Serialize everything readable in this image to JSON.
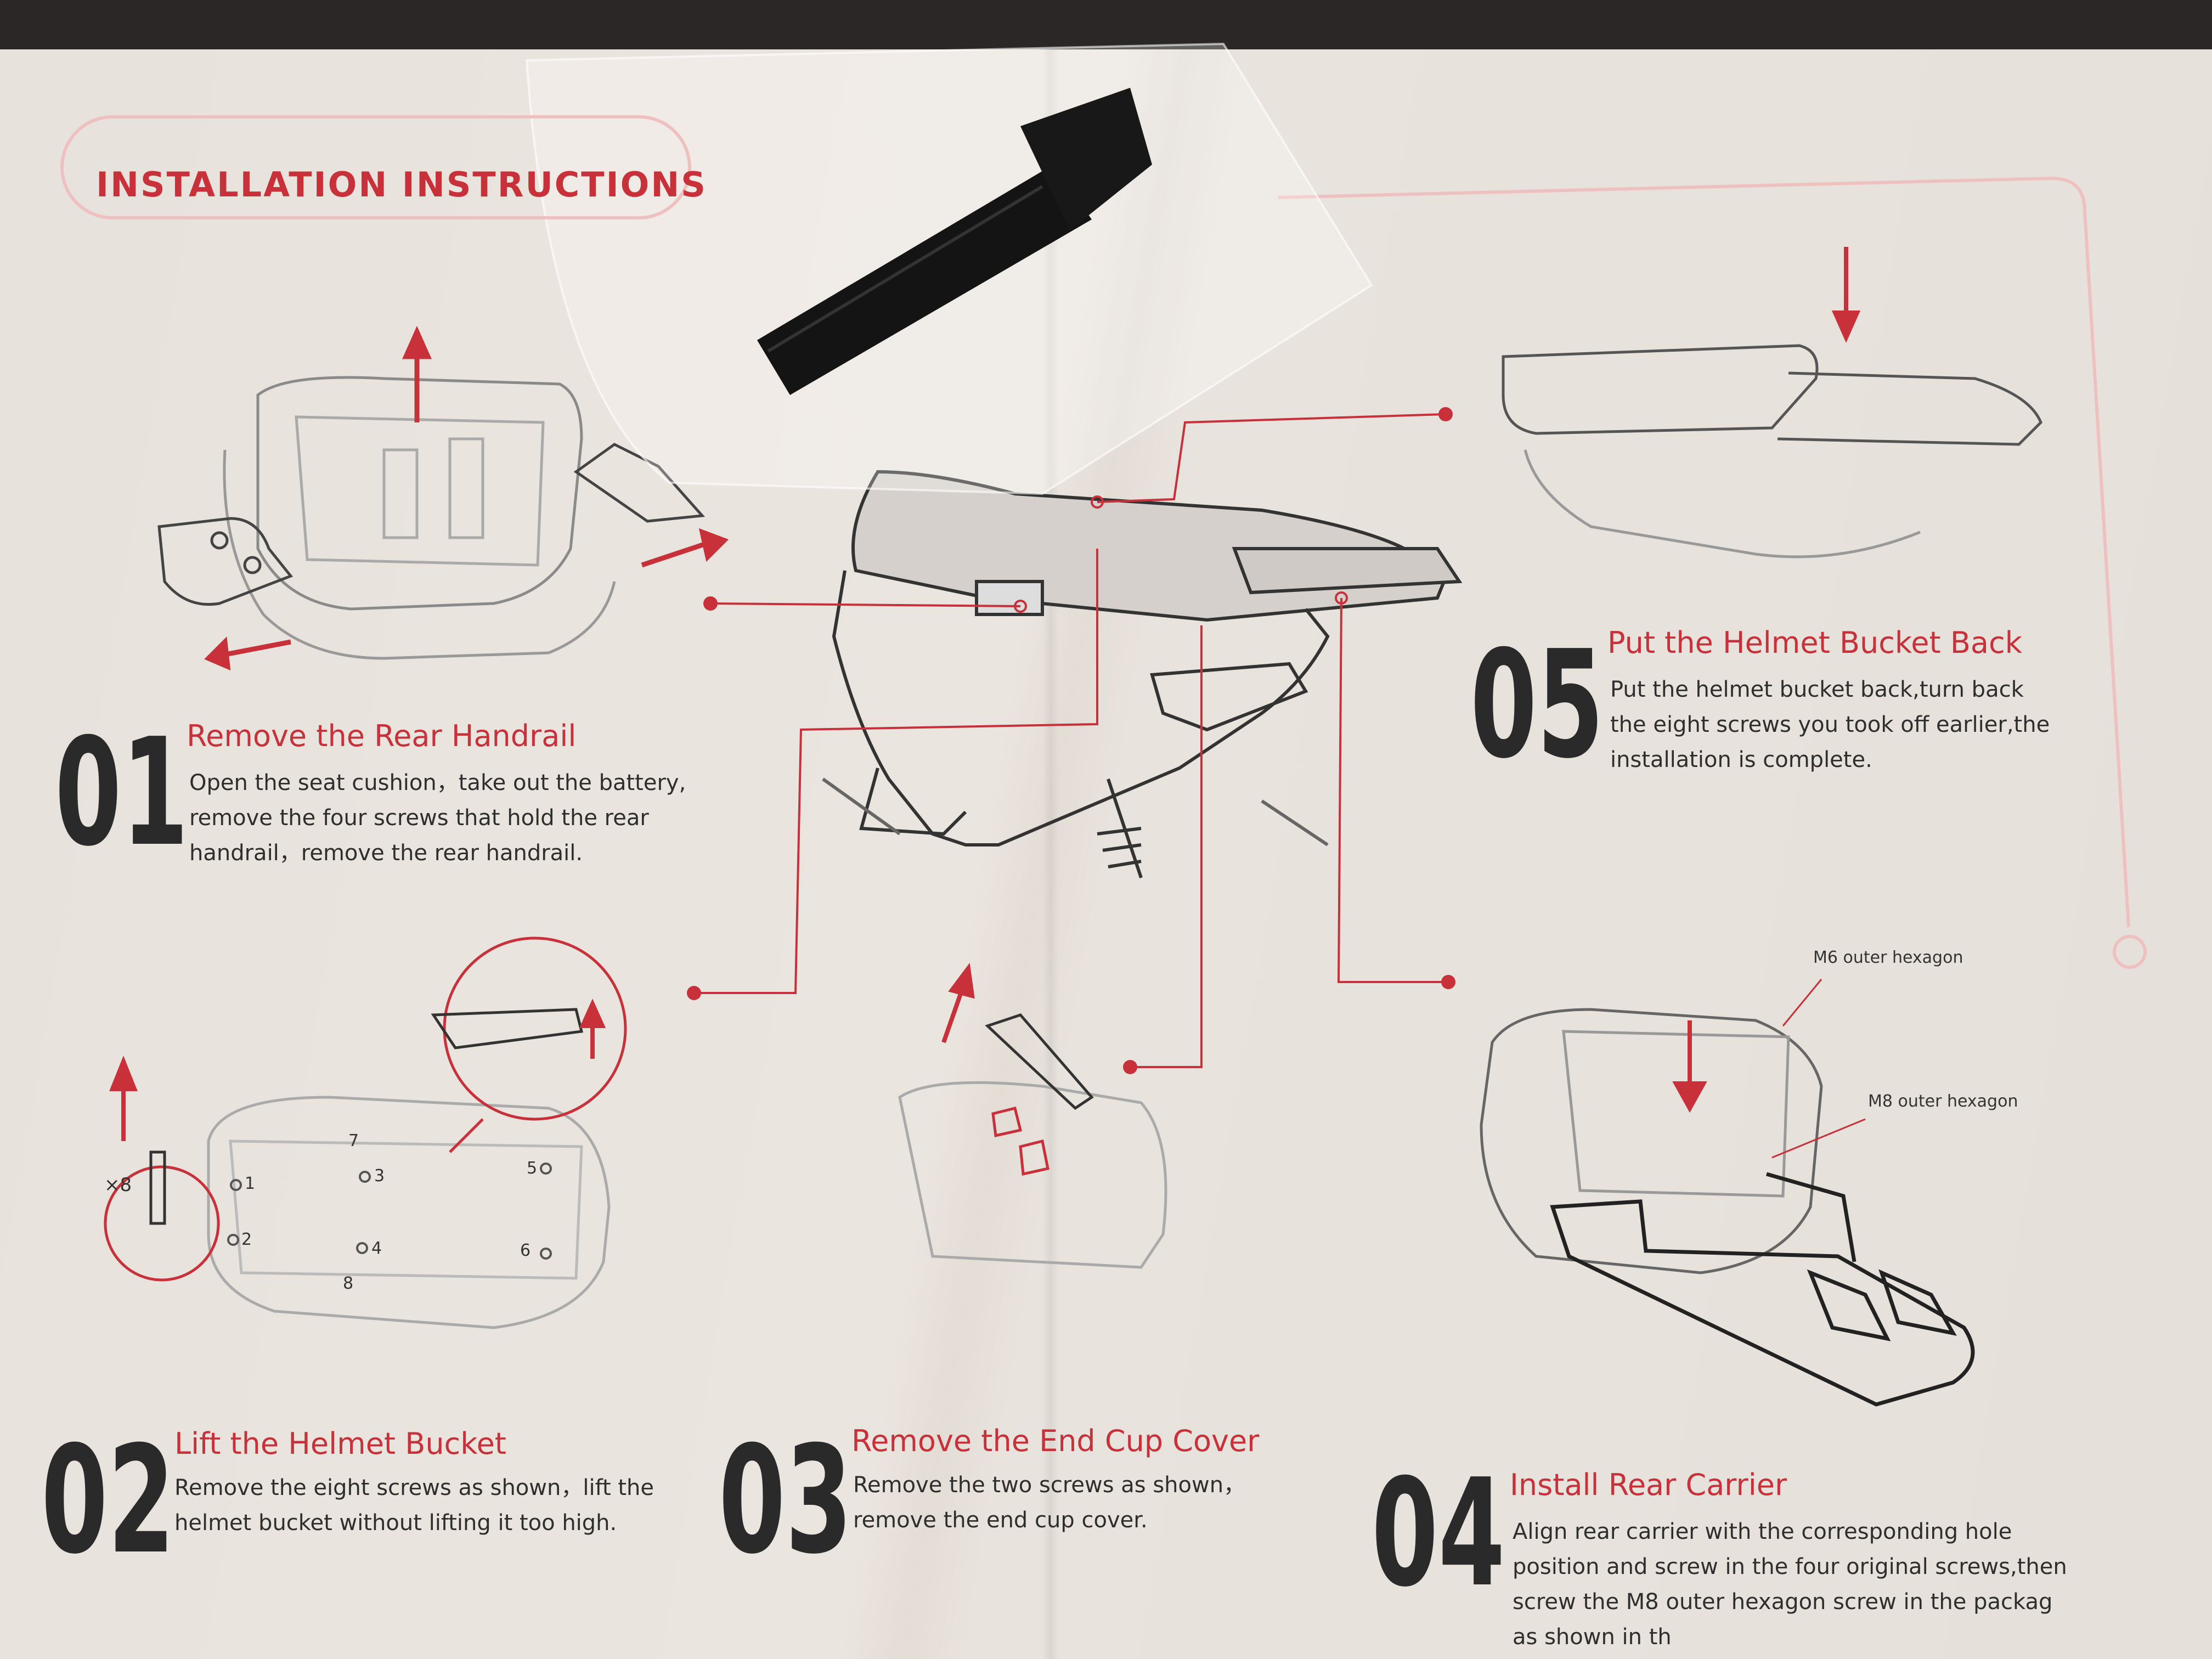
{
  "header": {
    "title": "INSTALLATION INSTRUCTIONS"
  },
  "steps": [
    {
      "number": "01",
      "title": "Remove the Rear Handrail",
      "lines": [
        "Open the seat cushion，take out the battery,",
        "remove the four screws that hold the rear",
        "handrail，remove the rear handrail."
      ]
    },
    {
      "number": "02",
      "title": "Lift the Helmet Bucket",
      "lines": [
        "Remove the eight screws as shown，lift the",
        "helmet bucket without lifting it too high."
      ]
    },
    {
      "number": "03",
      "title": "Remove the End Cup Cover",
      "lines": [
        "Remove the two screws as shown，",
        "remove the end cup cover."
      ]
    },
    {
      "number": "04",
      "title": "Install Rear Carrier",
      "lines": [
        "Align rear carrier with the corresponding hole",
        "position and screw in the four original screws,then",
        "screw the M8 outer hexagon screw in the packag",
        "as shown in th"
      ]
    },
    {
      "number": "05",
      "title": "Put the Helmet Bucket Back",
      "lines": [
        "Put the helmet bucket back,turn back",
        "the eight screws you took off earlier,the",
        "installation is complete."
      ]
    }
  ],
  "step2_diagram": {
    "multiplier": "×8",
    "screw_numbers": [
      "1",
      "2",
      "3",
      "4",
      "5",
      "6",
      "7",
      "8"
    ]
  },
  "step4_callouts": {
    "m6": "M6 outer hexagon",
    "m8": "M8 outer hexagon"
  },
  "colors": {
    "accent": "#c8303a",
    "ink": "#2a2a2a",
    "paper": "#e9e3dd"
  }
}
